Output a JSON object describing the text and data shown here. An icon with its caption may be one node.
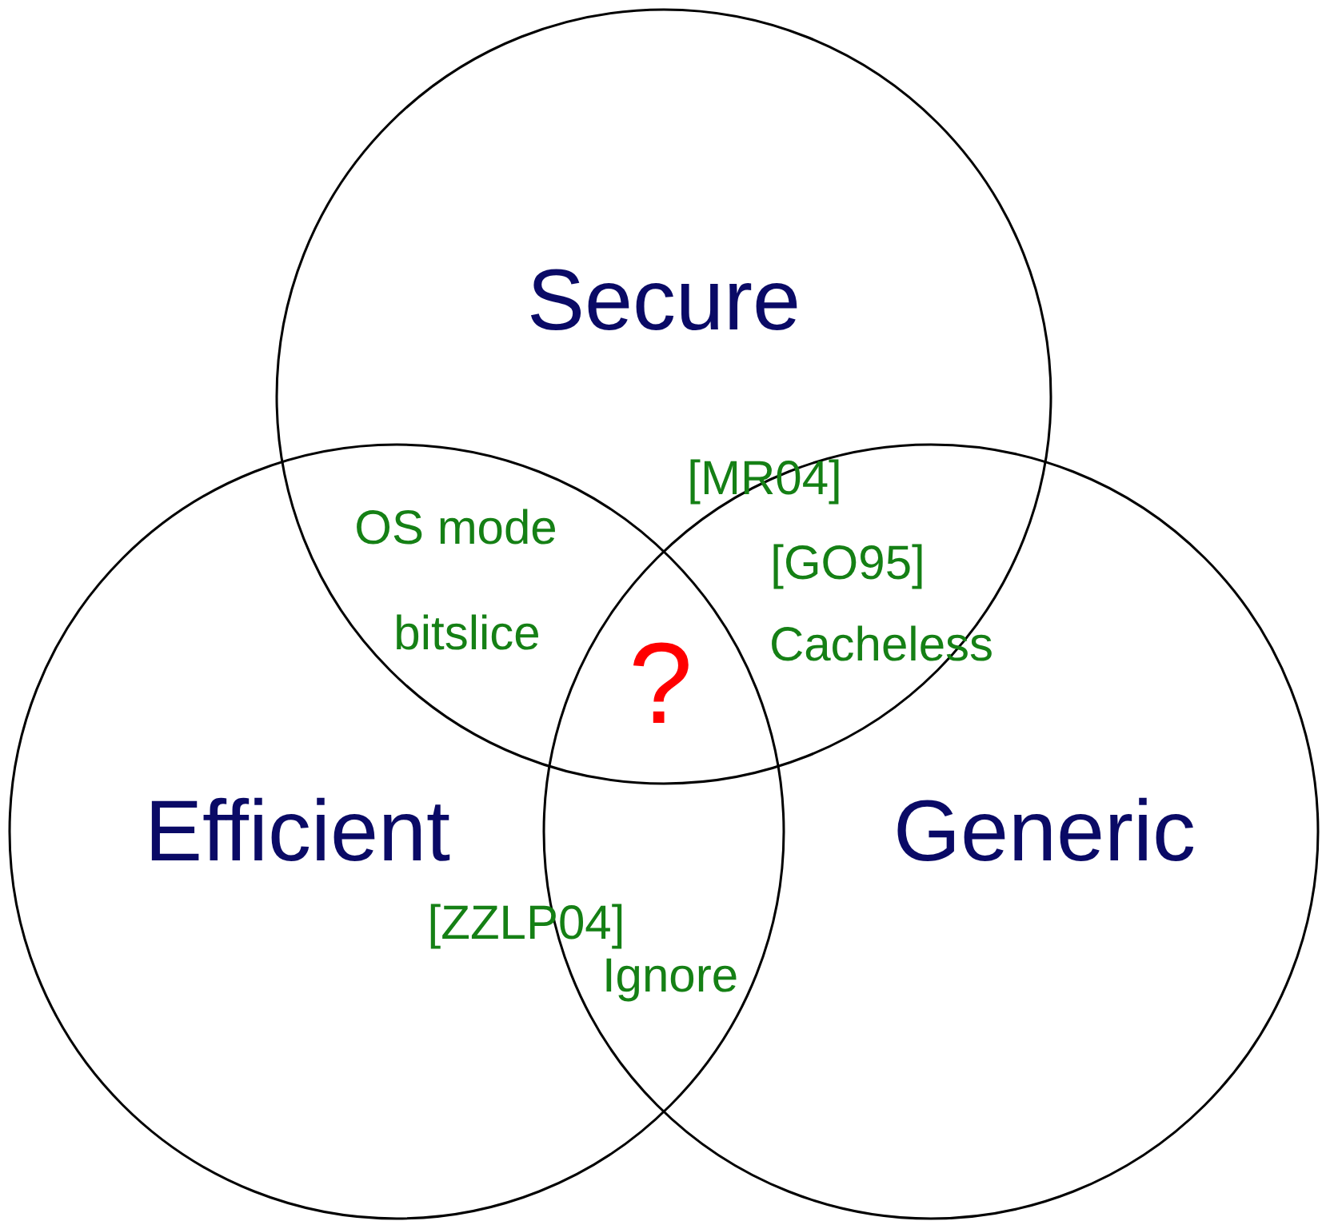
{
  "diagram": {
    "nodes": [
      {
        "text": [
          "Secure"
        ]
      },
      {
        "text": [
          "Efficient"
        ]
      },
      {
        "text": [
          "Generic"
        ]
      }
    ],
    "labels": [
      "[MR04]",
      "OS mode",
      "[GO95]",
      "bitslice",
      "Cacheless",
      "?",
      "[ZZLP04]",
      "Ignore"
    ]
  }
}
